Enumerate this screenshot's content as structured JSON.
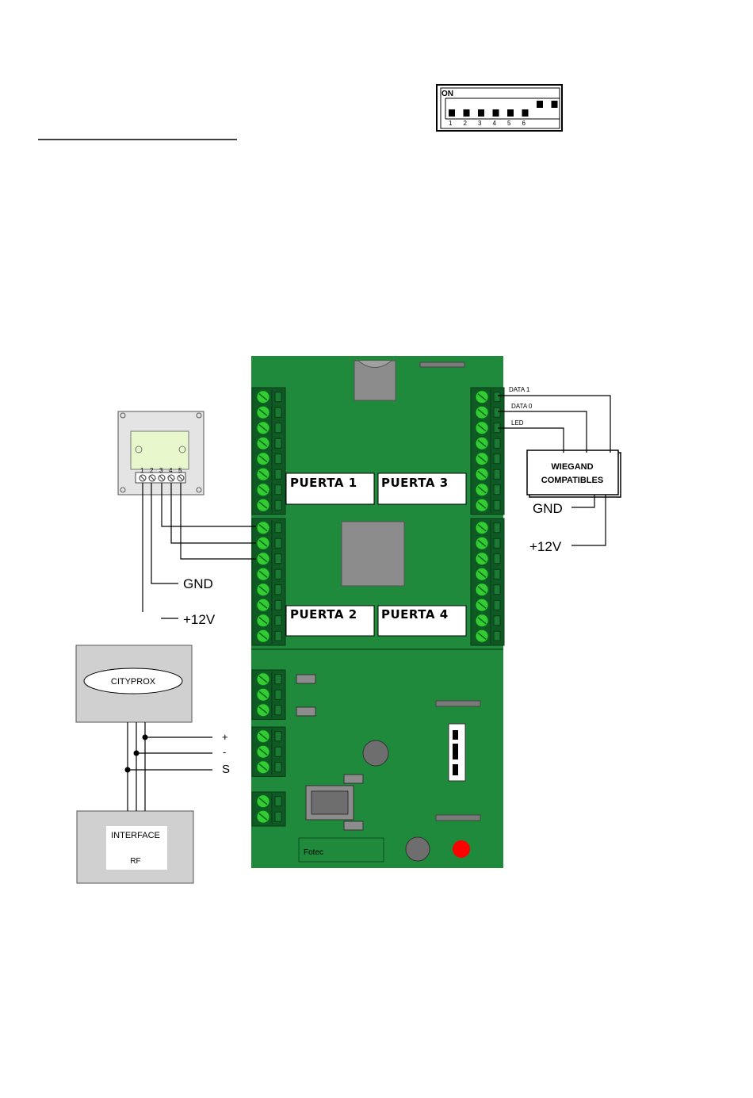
{
  "dip_switch": {
    "on_label": "ON",
    "numbers": [
      "1",
      "2",
      "3",
      "4",
      "5",
      "6"
    ],
    "positions": [
      "off",
      "off",
      "off",
      "off",
      "off",
      "off",
      "on",
      "on"
    ]
  },
  "board": {
    "door_labels": [
      "PUERTA  1",
      "PUERTA  3",
      "PUERTA  2",
      "PUERTA  4"
    ],
    "maker": "Fotec",
    "colors": {
      "pcb": "#1f8a3b",
      "terminal": "#33cc33",
      "led": "#ff0000"
    }
  },
  "reader": {
    "terminal_numbers": [
      "1",
      "2",
      "3",
      "4",
      "5"
    ],
    "gnd_label": "GND",
    "v12_label": "+12V"
  },
  "wiegand": {
    "title_line1": "WIEGAND",
    "title_line2": "COMPATIBLES",
    "signals": [
      "DATA 1",
      "DATA 0",
      "LED"
    ],
    "gnd_label": "GND",
    "v12_label": "+12V"
  },
  "cityprox": {
    "label": "CITYPROX",
    "bus_labels": [
      "+",
      "-",
      "S"
    ]
  },
  "interface": {
    "line1": "INTERFACE",
    "line2": "RF"
  }
}
